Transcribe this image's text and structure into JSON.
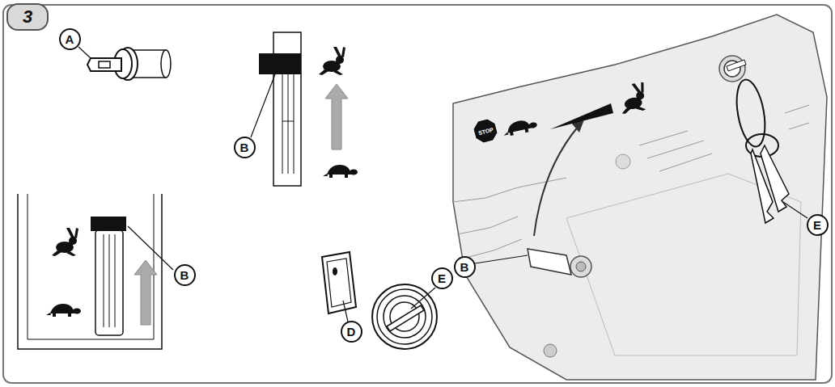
{
  "diagram": {
    "nodes": [
      {
        "text": [
          "3"
        ]
      },
      {
        "text": [
          "A"
        ]
      },
      {
        "text": [
          "B"
        ]
      },
      {
        "text": [
          "B"
        ]
      },
      {
        "text": [
          "D"
        ]
      },
      {
        "text": [
          "E"
        ]
      },
      {
        "text": [
          "B"
        ]
      },
      {
        "text": [
          "E"
        ]
      }
    ],
    "labels": [
      "STOP"
    ]
  }
}
